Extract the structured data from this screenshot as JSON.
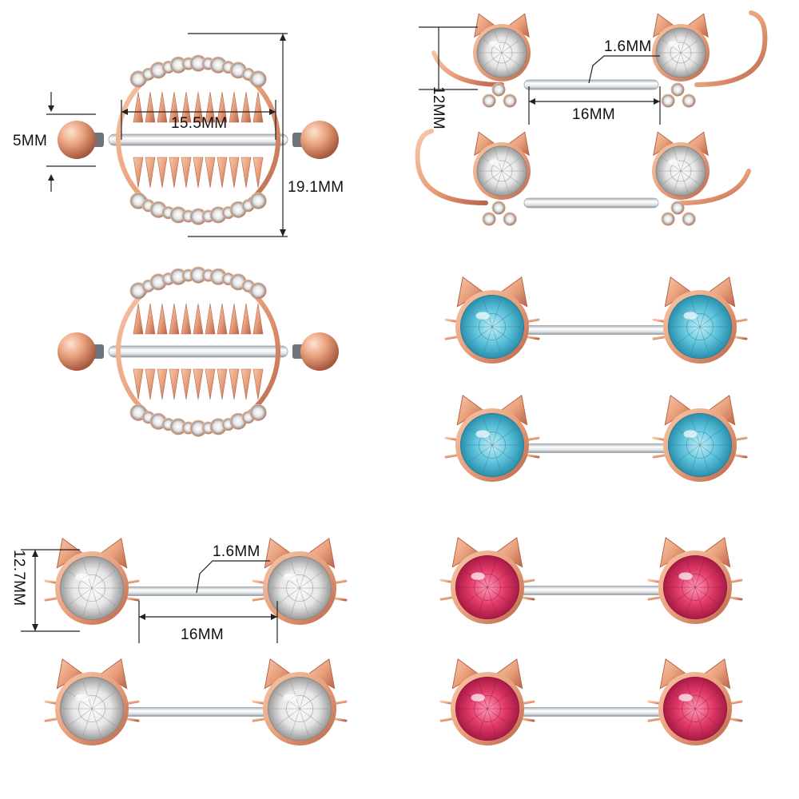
{
  "colors": {
    "background": "#ffffff",
    "rose_gold": "#e9a07c",
    "rose_gold_dark": "#b8654a",
    "steel_bar": "#dfe3e6",
    "crystal_clear": "#f2f2f2",
    "crystal_aqua": "#5fc4dc",
    "crystal_pink": "#e23b6a"
  },
  "icons": {
    "shield_piercing": "shield-barbell-icon",
    "cat_tail_piercing": "cat-tail-barbell-icon",
    "cat_face_piercing": "cat-face-barbell-icon"
  },
  "measurements": {
    "shield_ball_diameter": "5MM",
    "shield_inner_width": "15.5MM",
    "shield_height": "19.1MM",
    "cat_tail_head_height": "12MM",
    "cat_tail_gauge": "1.6MM",
    "cat_tail_bar_length": "16MM",
    "cat_face_height": "12.7MM",
    "cat_face_gauge": "1.6MM",
    "cat_face_bar_length": "16MM"
  },
  "products": [
    {
      "style": "shield",
      "count": 2
    },
    {
      "style": "cat-tail",
      "crystal": "clear",
      "count": 2
    },
    {
      "style": "cat-face",
      "crystal": "aqua",
      "count": 2
    },
    {
      "style": "cat-face",
      "crystal": "clear",
      "count": 2
    },
    {
      "style": "cat-face",
      "crystal": "pink",
      "count": 2
    }
  ]
}
